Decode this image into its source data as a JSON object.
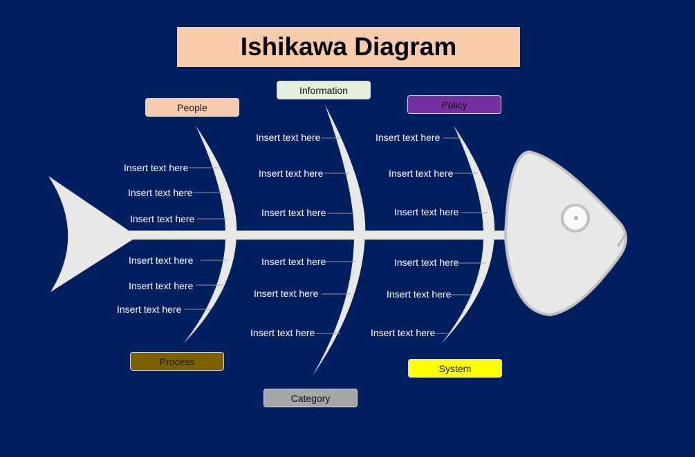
{
  "title": "Ishikawa Diagram",
  "categories": {
    "people": {
      "label": "People",
      "color": "#f8cbad"
    },
    "information": {
      "label": "Information",
      "color": "#e2efda"
    },
    "policy": {
      "label": "Policy",
      "color": "#7030a0"
    },
    "process": {
      "label": "Process",
      "color": "#7f6000"
    },
    "system": {
      "label": "System",
      "color": "#ffff00"
    },
    "category": {
      "label": "Category",
      "color": "#a6a6a6"
    }
  },
  "causes": {
    "people": [
      "Insert text here",
      "Insert text here",
      "Insert text here"
    ],
    "process": [
      "Insert text here",
      "Insert text here",
      "Insert text here"
    ],
    "information": [
      "Insert text here",
      "Insert text here",
      "Insert text here"
    ],
    "category": [
      "Insert text here",
      "Insert text here",
      "Insert text here"
    ],
    "policy": [
      "Insert text here",
      "Insert text here",
      "Insert text here"
    ],
    "system": [
      "Insert text here",
      "Insert text here",
      "Insert text here"
    ]
  },
  "colors": {
    "background": "#001f5f",
    "bone": "#e8e8e6",
    "connector": "#9a9a9a"
  }
}
